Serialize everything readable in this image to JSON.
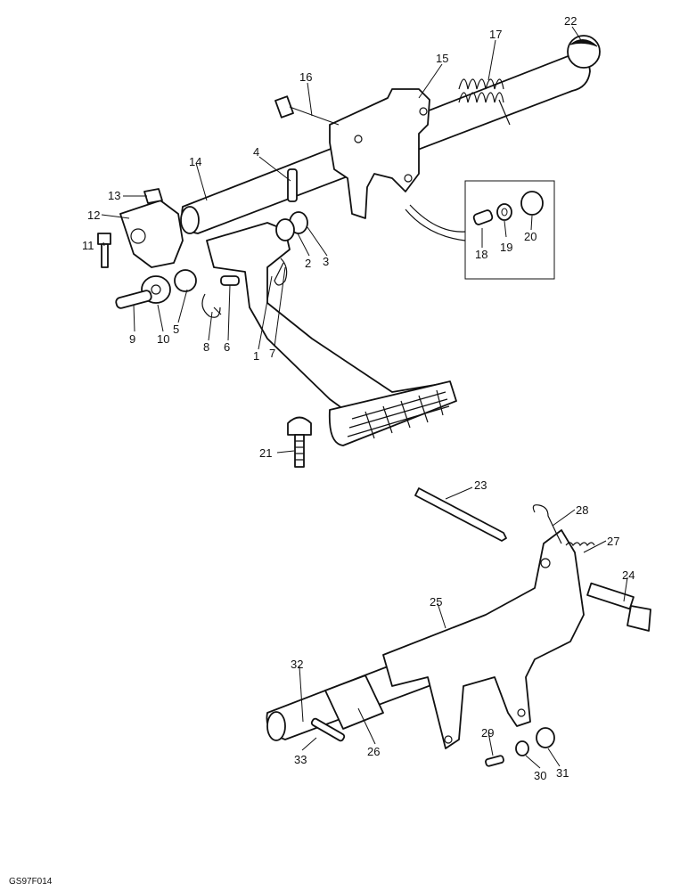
{
  "figure": {
    "code": "GS97F014",
    "callouts": [
      "1",
      "2",
      "3",
      "4",
      "5",
      "6",
      "7",
      "8",
      "9",
      "10",
      "11",
      "12",
      "13",
      "14",
      "15",
      "16",
      "17",
      "18",
      "19",
      "20",
      "21",
      "22",
      "23",
      "24",
      "25",
      "26",
      "27",
      "28",
      "29",
      "30",
      "31",
      "32",
      "33"
    ]
  },
  "icons": {
    "upper_assembly": "clutch-pedal-cross-shaft-assembly",
    "lower_assembly": "release-fork-shaft-assembly",
    "inset": "bushing-detail-inset"
  }
}
